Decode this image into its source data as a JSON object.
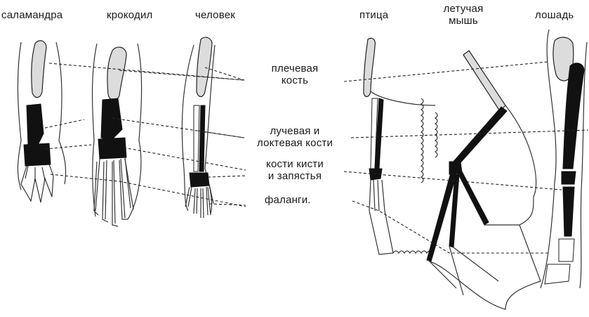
{
  "animals": {
    "salamander": "саламандра",
    "crocodile": "крокодил",
    "human": "человек",
    "bird": "птица",
    "bat_line1": "летучая",
    "bat_line2": "мышь",
    "horse": "лошадь"
  },
  "bones": {
    "humerus_line1": "плечевая",
    "humerus_line2": "кость",
    "radius_line1": "лучевая и",
    "radius_line2": "локтевая кости",
    "wrist_line1": "кости кисти",
    "wrist_line2": "и запястья",
    "phalanges": "фаланги."
  }
}
